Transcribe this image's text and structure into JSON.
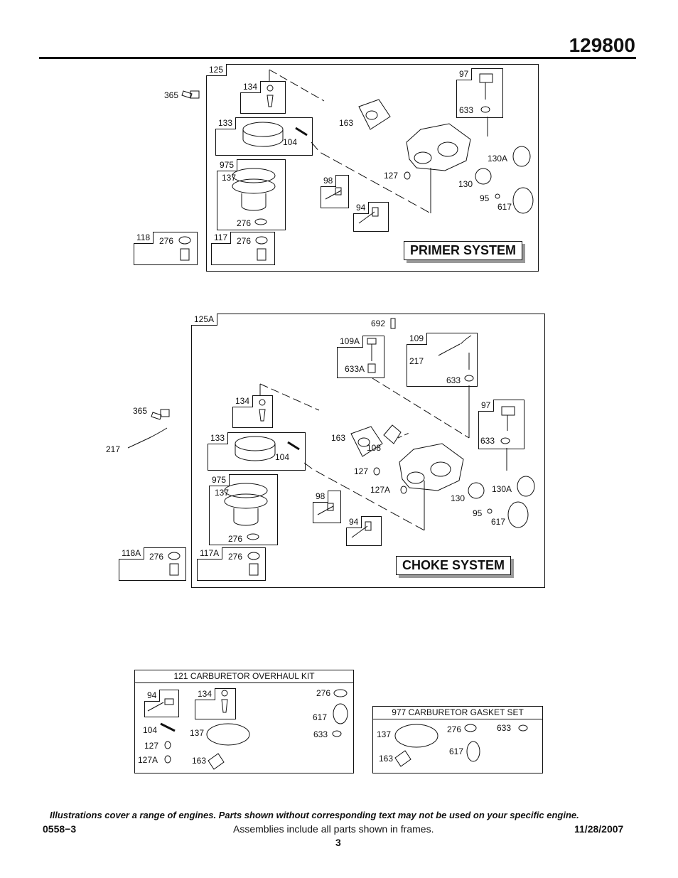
{
  "header": {
    "model_number": "129800"
  },
  "primer": {
    "system_label": "PRIMER SYSTEM",
    "assembly": "125",
    "sub": {
      "p134": "134",
      "p133": "133",
      "p975": "975",
      "p98": "98",
      "p94": "94",
      "p97": "97",
      "p118": "118",
      "p117": "117"
    },
    "labels": {
      "l365": "365",
      "l104": "104",
      "l163": "163",
      "l137": "137",
      "l276a": "276",
      "l276b": "276",
      "l276c": "276",
      "l633": "633",
      "l130A": "130A",
      "l127": "127",
      "l130": "130",
      "l95": "95",
      "l617": "617"
    }
  },
  "choke": {
    "system_label": "CHOKE SYSTEM",
    "assembly": "125A",
    "sub": {
      "p134": "134",
      "p133": "133",
      "p975": "975",
      "p98": "98",
      "p94": "94",
      "p97": "97",
      "p109A": "109A",
      "p109": "109",
      "p118A": "118A",
      "p117A": "117A"
    },
    "labels": {
      "l692": "692",
      "l633A": "633A",
      "l217a": "217",
      "l633a": "633",
      "l365": "365",
      "l217b": "217",
      "l104": "104",
      "l163": "163",
      "l108": "108",
      "l633b": "633",
      "l127": "127",
      "l127A": "127A",
      "l130": "130",
      "l130A": "130A",
      "l95": "95",
      "l617": "617",
      "l137": "137",
      "l276a": "276",
      "l276b": "276",
      "l276c": "276"
    }
  },
  "overhaul_kit": {
    "title": "121 CARBURETOR OVERHAUL KIT",
    "sub": {
      "p94": "94",
      "p134": "134"
    },
    "labels": {
      "l276": "276",
      "l617": "617",
      "l633": "633",
      "l104": "104",
      "l137": "137",
      "l127": "127",
      "l127A": "127A",
      "l163": "163"
    }
  },
  "gasket_set": {
    "title": "977 CARBURETOR GASKET SET",
    "labels": {
      "l137": "137",
      "l276": "276",
      "l633": "633",
      "l617": "617",
      "l163": "163"
    }
  },
  "footer": {
    "disclaimer": "Illustrations cover a range of engines. Parts shown without corresponding text may not be used on your specific engine.",
    "doc_code": "0558−3",
    "assemblies_note": "Assemblies include all parts shown in frames.",
    "date": "11/28/2007",
    "page_number": "3"
  }
}
